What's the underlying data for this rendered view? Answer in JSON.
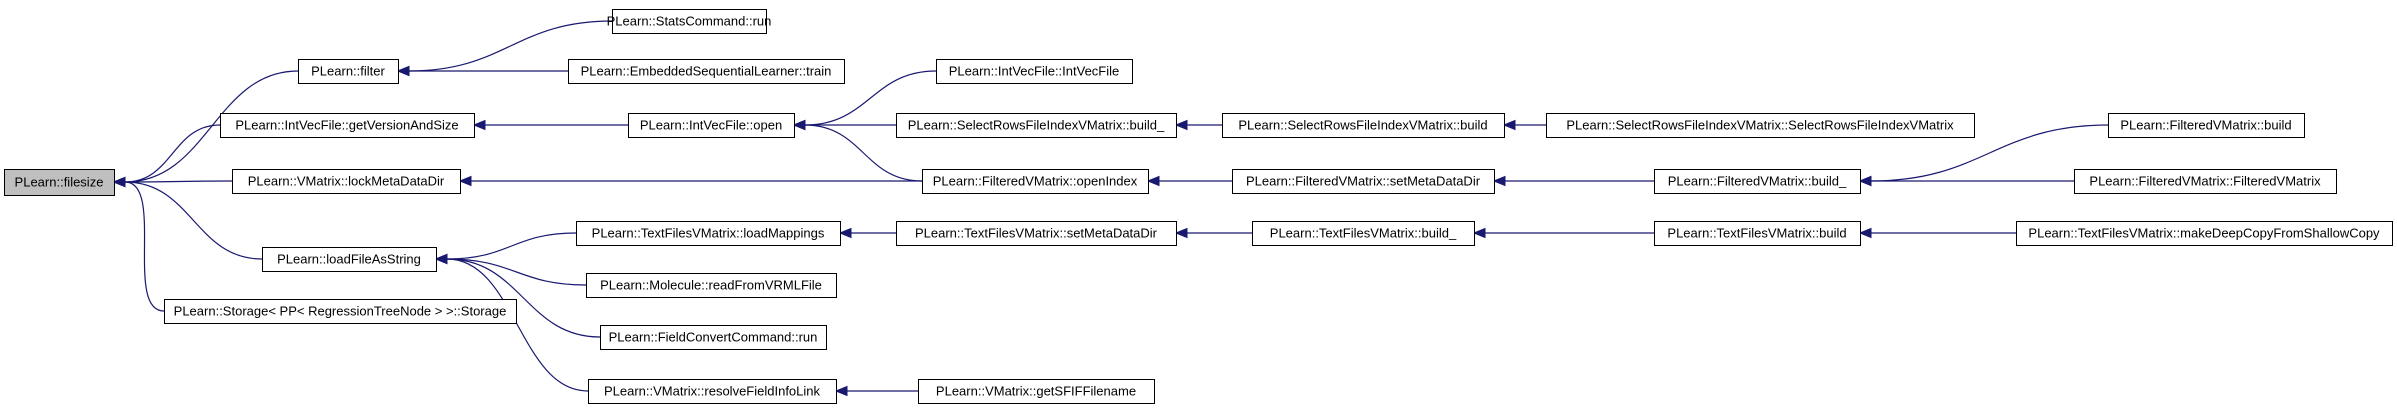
{
  "graph": {
    "colors": {
      "edge": "#191970",
      "root_fill": "#bfbfbf",
      "node_fill": "#ffffff",
      "node_border": "#000000"
    },
    "nodes": [
      {
        "id": "filesize",
        "label": "PLearn::filesize",
        "root": true
      },
      {
        "id": "filter",
        "label": "PLearn::filter"
      },
      {
        "id": "getVersionAndSize",
        "label": "PLearn::IntVecFile::getVersionAndSize"
      },
      {
        "id": "lockMetaDataDir",
        "label": "PLearn::VMatrix::lockMetaDataDir"
      },
      {
        "id": "loadFileAsString",
        "label": "PLearn::loadFileAsString"
      },
      {
        "id": "storage",
        "label": "PLearn::Storage< PP< RegressionTreeNode > >::Storage"
      },
      {
        "id": "statsRun",
        "label": "PLearn::StatsCommand::run"
      },
      {
        "id": "esTrain",
        "label": "PLearn::EmbeddedSequentialLearner::train"
      },
      {
        "id": "ivfOpen",
        "label": "PLearn::IntVecFile::open"
      },
      {
        "id": "loadMappings",
        "label": "PLearn::TextFilesVMatrix::loadMappings"
      },
      {
        "id": "readVRML",
        "label": "PLearn::Molecule::readFromVRMLFile"
      },
      {
        "id": "fcRun",
        "label": "PLearn::FieldConvertCommand::run"
      },
      {
        "id": "resolveLink",
        "label": "PLearn::VMatrix::resolveFieldInfoLink"
      },
      {
        "id": "ivfCtor",
        "label": "PLearn::IntVecFile::IntVecFile"
      },
      {
        "id": "srfBuild_",
        "label": "PLearn::SelectRowsFileIndexVMatrix::build_"
      },
      {
        "id": "fvOpenIndex",
        "label": "PLearn::FilteredVMatrix::openIndex"
      },
      {
        "id": "tfSetMeta",
        "label": "PLearn::TextFilesVMatrix::setMetaDataDir"
      },
      {
        "id": "getSFIF",
        "label": "PLearn::VMatrix::getSFIFFilename"
      },
      {
        "id": "srfBuild",
        "label": "PLearn::SelectRowsFileIndexVMatrix::build"
      },
      {
        "id": "fvSetMeta",
        "label": "PLearn::FilteredVMatrix::setMetaDataDir"
      },
      {
        "id": "tfBuild_",
        "label": "PLearn::TextFilesVMatrix::build_"
      },
      {
        "id": "srfCtor",
        "label": "PLearn::SelectRowsFileIndexVMatrix::SelectRowsFileIndexVMatrix"
      },
      {
        "id": "fvBuild_",
        "label": "PLearn::FilteredVMatrix::build_"
      },
      {
        "id": "tfBuild",
        "label": "PLearn::TextFilesVMatrix::build"
      },
      {
        "id": "fvBuild",
        "label": "PLearn::FilteredVMatrix::build"
      },
      {
        "id": "fvCtor",
        "label": "PLearn::FilteredVMatrix::FilteredVMatrix"
      },
      {
        "id": "tfDeepCopy",
        "label": "PLearn::TextFilesVMatrix::makeDeepCopyFromShallowCopy"
      }
    ],
    "edges": [
      {
        "from": "filter",
        "to": "filesize"
      },
      {
        "from": "getVersionAndSize",
        "to": "filesize"
      },
      {
        "from": "lockMetaDataDir",
        "to": "filesize"
      },
      {
        "from": "loadFileAsString",
        "to": "filesize"
      },
      {
        "from": "storage",
        "to": "filesize"
      },
      {
        "from": "statsRun",
        "to": "filter"
      },
      {
        "from": "esTrain",
        "to": "filter"
      },
      {
        "from": "ivfOpen",
        "to": "getVersionAndSize"
      },
      {
        "from": "fvOpenIndex",
        "to": "lockMetaDataDir"
      },
      {
        "from": "loadMappings",
        "to": "loadFileAsString"
      },
      {
        "from": "readVRML",
        "to": "loadFileAsString"
      },
      {
        "from": "fcRun",
        "to": "loadFileAsString"
      },
      {
        "from": "resolveLink",
        "to": "loadFileAsString"
      },
      {
        "from": "ivfCtor",
        "to": "ivfOpen"
      },
      {
        "from": "srfBuild_",
        "to": "ivfOpen"
      },
      {
        "from": "fvOpenIndex",
        "to": "ivfOpen"
      },
      {
        "from": "tfSetMeta",
        "to": "loadMappings"
      },
      {
        "from": "getSFIF",
        "to": "resolveLink"
      },
      {
        "from": "srfBuild",
        "to": "srfBuild_"
      },
      {
        "from": "fvSetMeta",
        "to": "fvOpenIndex"
      },
      {
        "from": "tfBuild_",
        "to": "tfSetMeta"
      },
      {
        "from": "srfCtor",
        "to": "srfBuild"
      },
      {
        "from": "fvBuild_",
        "to": "fvSetMeta"
      },
      {
        "from": "tfBuild",
        "to": "tfBuild_"
      },
      {
        "from": "fvBuild",
        "to": "fvBuild_"
      },
      {
        "from": "fvCtor",
        "to": "fvBuild_"
      },
      {
        "from": "tfDeepCopy",
        "to": "tfBuild"
      }
    ]
  }
}
